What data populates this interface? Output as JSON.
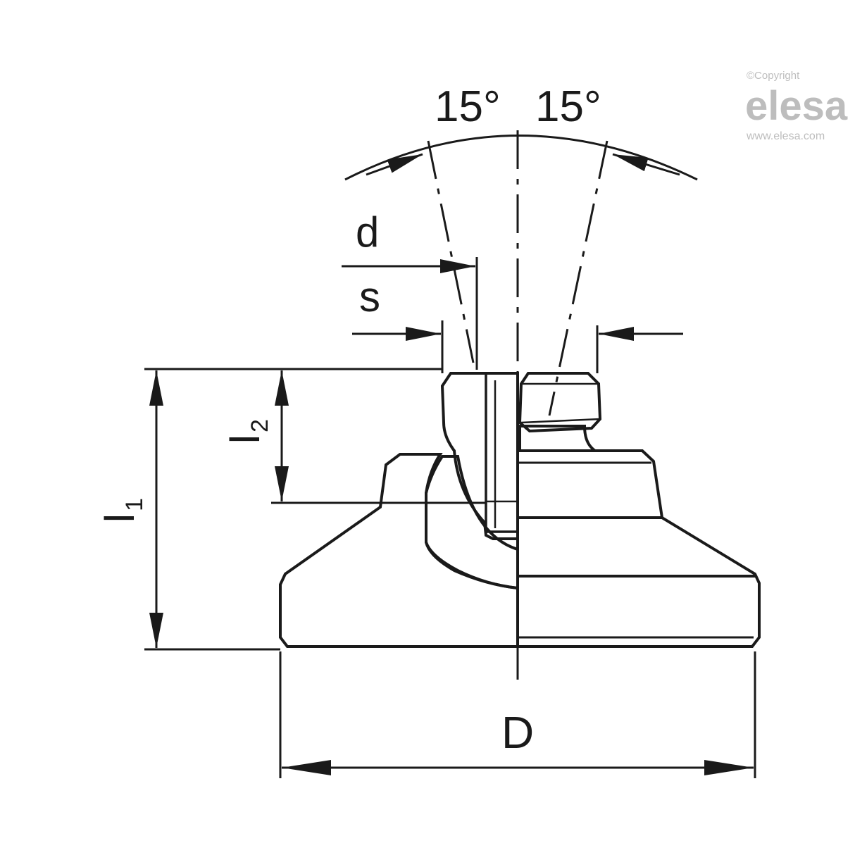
{
  "watermark": {
    "copyright": "©Copyright",
    "brand": "elesa",
    "url": "www.elesa.com"
  },
  "labels": {
    "angle_left": "15°",
    "angle_right": "15°",
    "d": "d",
    "s": "s",
    "l2": "l",
    "l2_sub": "2",
    "l1": "l",
    "l1_sub": "1",
    "D": "D"
  },
  "colors": {
    "line": "#1a1a1a",
    "body_fill": "#e8e8e8",
    "section_fill": "#f2f2f2",
    "watermark": "#bdbdbd"
  }
}
